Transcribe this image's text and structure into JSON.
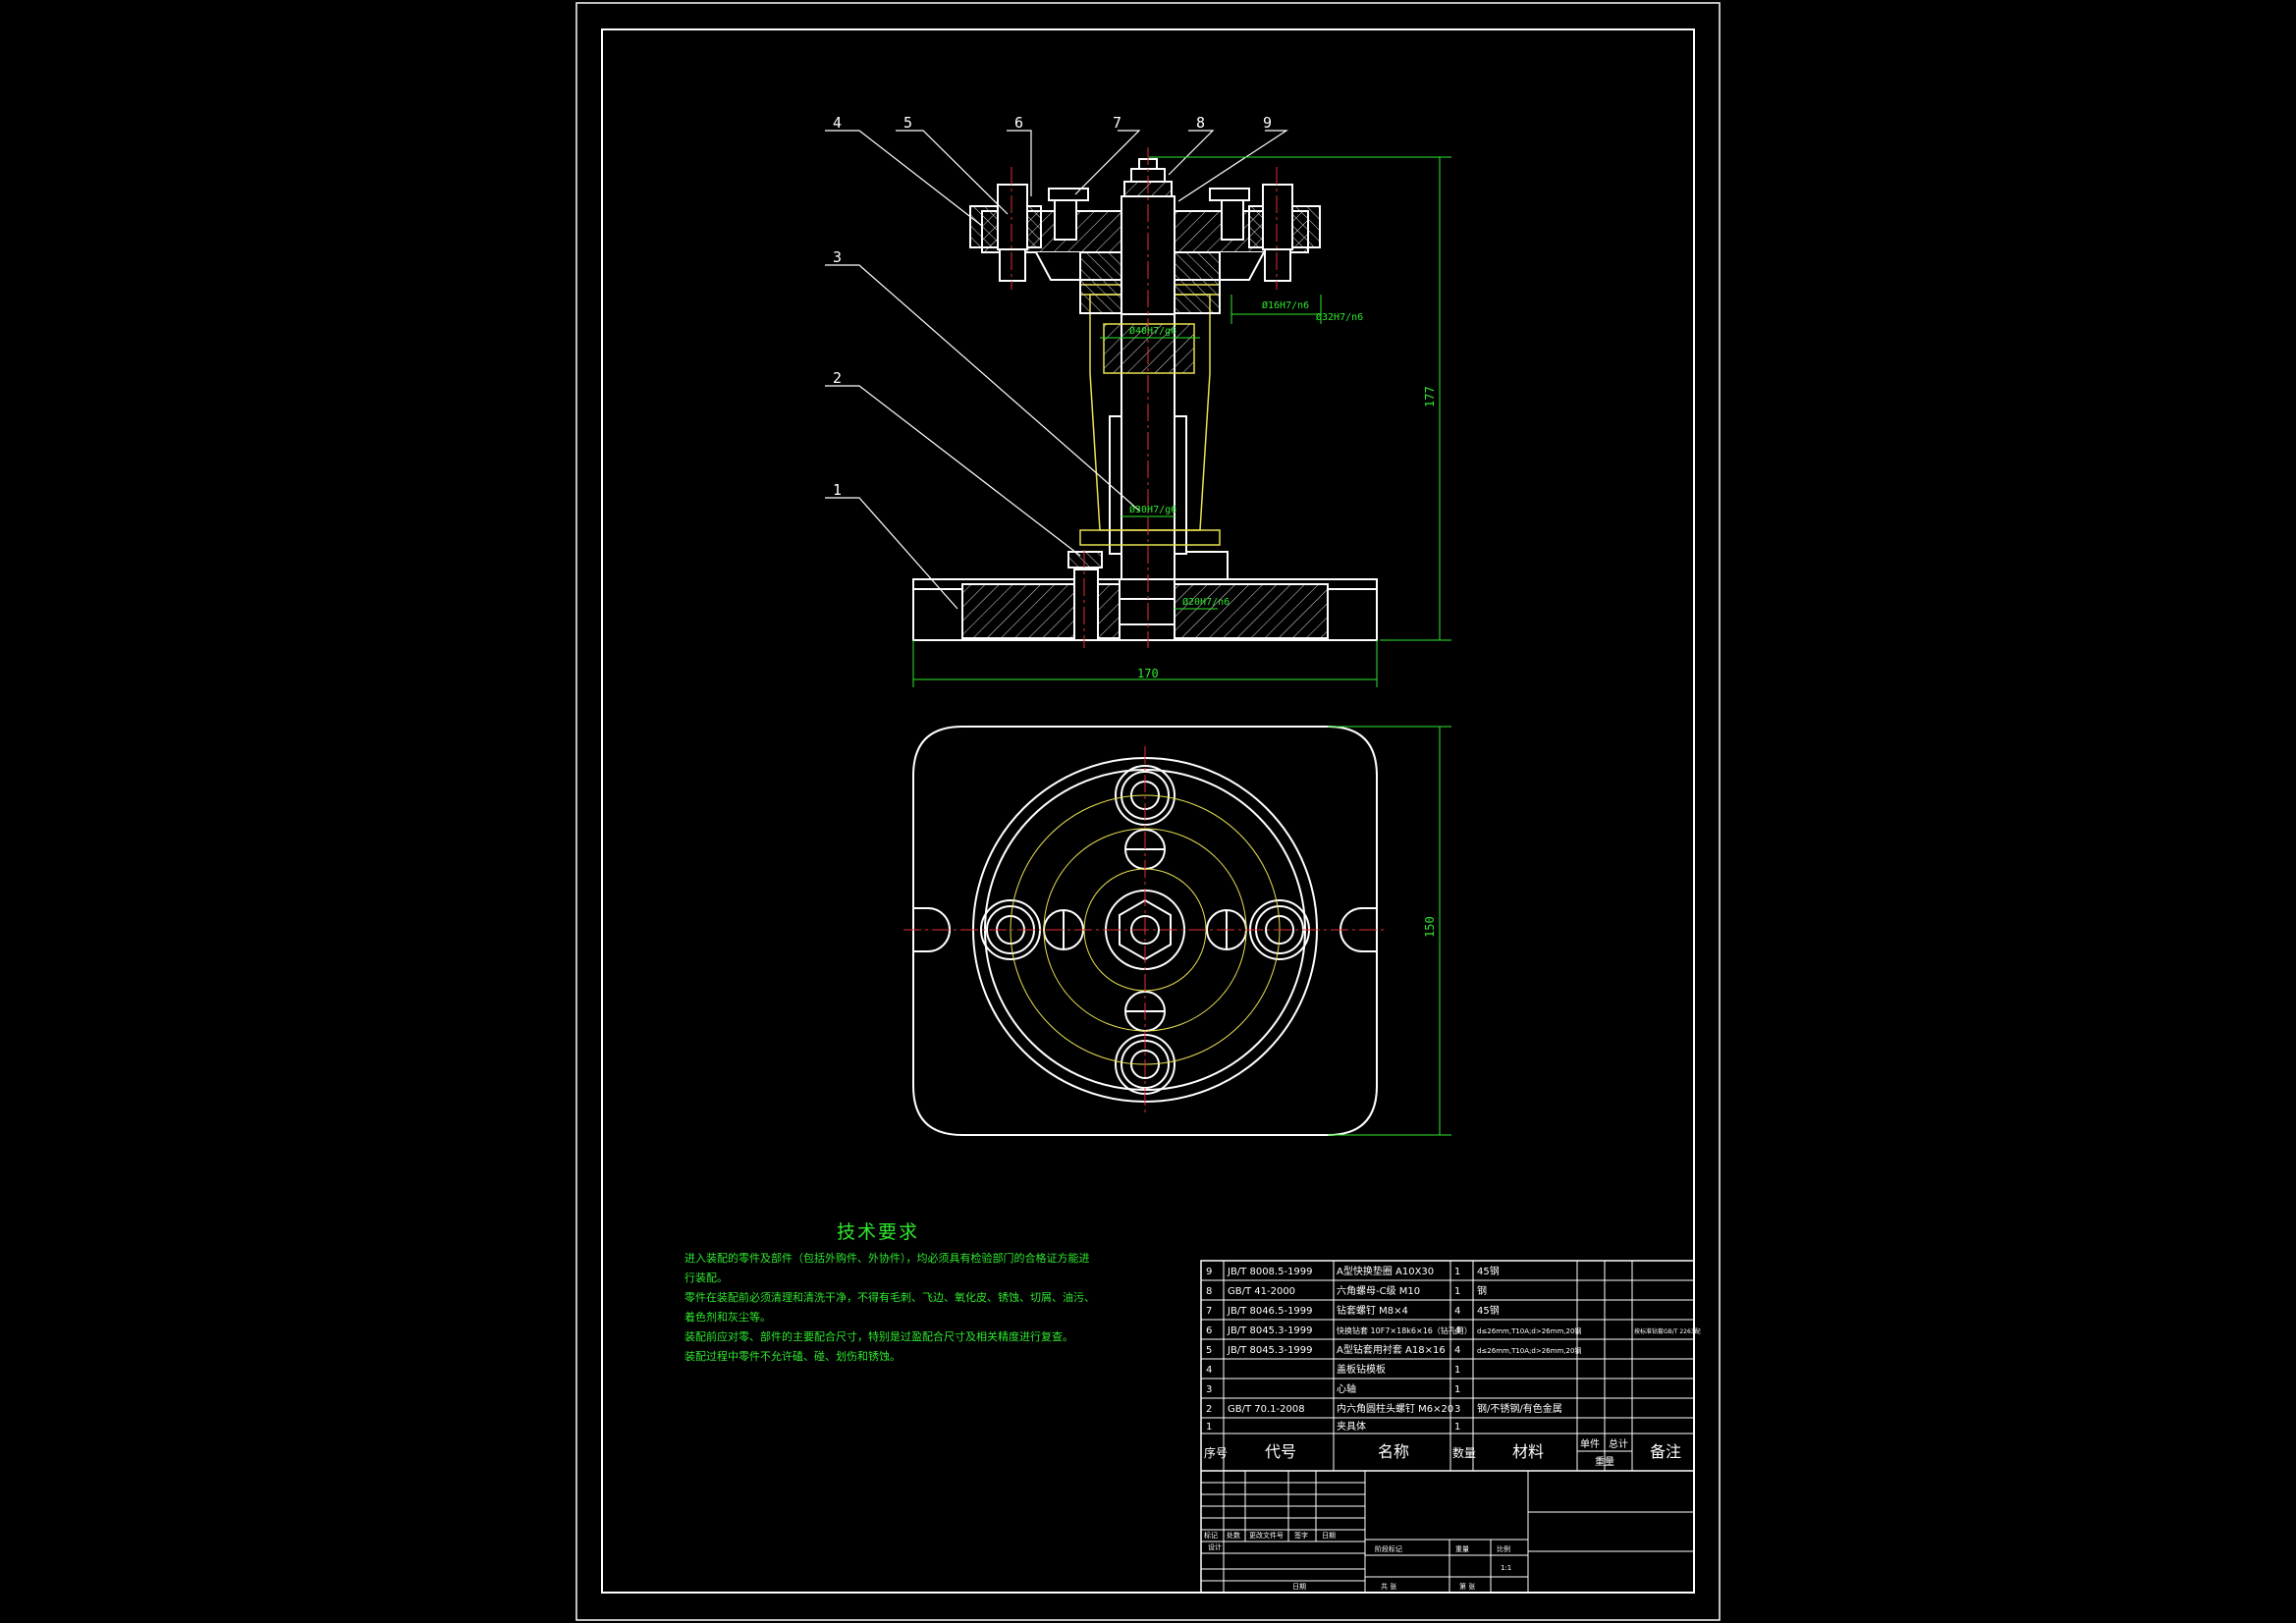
{
  "balloons": [
    "1",
    "2",
    "3",
    "4",
    "5",
    "6",
    "7",
    "8",
    "9"
  ],
  "dimensions": {
    "width_front": "170",
    "height_front": "177",
    "height_top": "150",
    "dia_bolt": "Ø16H7/n6",
    "dia_head": "Ø32H7/n6",
    "dia_shaft_upper": "Ø40H7/g6",
    "dia_shaft_lower": "Ø30H7/g6",
    "dia_pin": "Ø20H7/n6"
  },
  "tech_requirements": {
    "title": "技术要求",
    "lines": [
      "进入装配的零件及部件（包括外购件、外协件），均必须具有检验部门的合格证方能进",
      "行装配。",
      "零件在装配前必须清理和清洗干净，不得有毛刺、飞边、氧化皮、锈蚀、切屑、油污、",
      "着色剂和灰尘等。",
      "装配前应对零、部件的主要配合尺寸，特别是过盈配合尺寸及相关精度进行复查。",
      "装配过程中零件不允许磕、碰、划伤和锈蚀。"
    ]
  },
  "bom": {
    "rows": [
      {
        "no": "9",
        "code": "JB/T 8008.5-1999",
        "name": "A型快换垫圈 A10X30",
        "qty": "1",
        "material": "45钢",
        "remark": ""
      },
      {
        "no": "8",
        "code": "GB/T 41-2000",
        "name": "六角螺母-C级 M10",
        "qty": "1",
        "material": "钢",
        "remark": ""
      },
      {
        "no": "7",
        "code": "JB/T 8046.5-1999",
        "name": "钻套螺钉 M8×4",
        "qty": "4",
        "material": "45钢",
        "remark": ""
      },
      {
        "no": "6",
        "code": "JB/T 8045.3-1999",
        "name": "快换钻套 10F7×18k6×16（钻孔用）",
        "qty": "4",
        "material": "d≤26mm,T10A;d>26mm,20钢",
        "remark": "按标准钻套GB/T 2263配"
      },
      {
        "no": "5",
        "code": "JB/T 8045.3-1999",
        "name": "A型钻套用衬套 A18×16",
        "qty": "4",
        "material": "d≤26mm,T10A;d>26mm,20钢",
        "remark": ""
      },
      {
        "no": "4",
        "code": "",
        "name": "盖板钻模板",
        "qty": "1",
        "material": "",
        "remark": ""
      },
      {
        "no": "3",
        "code": "",
        "name": "心轴",
        "qty": "1",
        "material": "",
        "remark": ""
      },
      {
        "no": "2",
        "code": "GB/T 70.1-2008",
        "name": "内六角圆柱头螺钉 M6×20",
        "qty": "3",
        "material": "钢/不锈钢/有色金属",
        "remark": ""
      },
      {
        "no": "1",
        "code": "",
        "name": "夹具体",
        "qty": "1",
        "material": "",
        "remark": ""
      }
    ],
    "header": {
      "no": "序号",
      "code": "代号",
      "name": "名称",
      "qty": "数量",
      "material": "材料",
      "unit": "单件",
      "total": "总计",
      "weight": "重量",
      "remark": "备注"
    }
  },
  "title_block": {
    "mark": "标记",
    "count": "处数",
    "change_doc": "更改文件号",
    "sign": "签字",
    "date": "日期",
    "designer": "设计",
    "stage_mark": "阶段标记",
    "weight": "重量",
    "scale": "比例",
    "scale_value": "1:1",
    "total": "共 张",
    "sheet": "第 张",
    "approve": "日期"
  },
  "colors": {
    "border": "#ffffff",
    "part_outline": "#ffffff",
    "hatch": "#ffffff",
    "centerline": "#e03030",
    "dimension": "#2ee82e",
    "leader": "#ffffff",
    "bushing": "#e8e050",
    "text_green": "#2ee82e"
  }
}
